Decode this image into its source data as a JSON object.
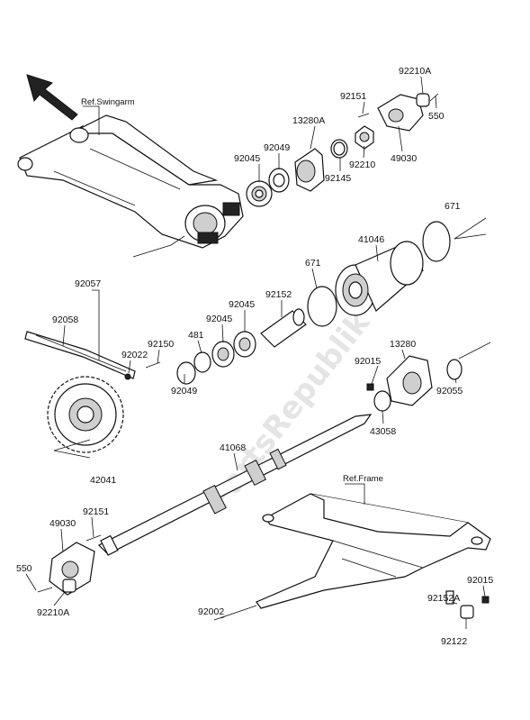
{
  "references": {
    "swingarm": "Ref.Swingarm",
    "frame": "Ref.Frame"
  },
  "watermark": "PartsRepublik",
  "part_labels": {
    "p92210A_top": "92210A",
    "p550_top": "550",
    "p92151_top": "92151",
    "p13280A": "13280A",
    "p92049_top": "92049",
    "p92045_top": "92045",
    "p92210": "92210",
    "p92145": "92145",
    "p49030_top": "49030",
    "p671_right": "671",
    "p41046": "41046",
    "p671_mid": "671",
    "p92152": "92152",
    "p92057": "92057",
    "p92058": "92058",
    "p92045_mid_a": "92045",
    "p92045_mid_b": "92045",
    "p481": "481",
    "p92150": "92150",
    "p92022": "92022",
    "p92049_mid": "92049",
    "p13280": "13280",
    "p92015_right": "92015",
    "p92055": "92055",
    "p43058": "43058",
    "p42041": "42041",
    "p41068": "41068",
    "p92151_left": "92151",
    "p49030_left": "49030",
    "p550_left": "550",
    "p92210A_left": "92210A",
    "p92015_low": "92015",
    "p92152A": "92152A",
    "p92002": "92002",
    "p92122": "92122"
  }
}
